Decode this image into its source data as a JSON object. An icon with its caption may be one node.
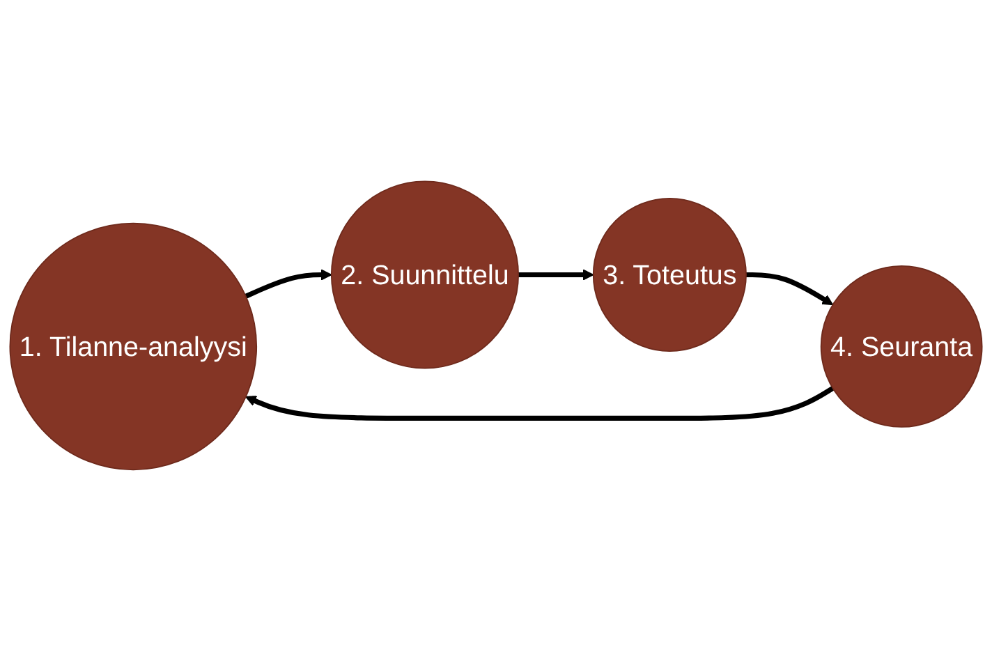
{
  "diagram": {
    "nodes": [
      {
        "text": [
          "1. Tilanne-analyysi"
        ]
      },
      {
        "text": [
          "2. Suunnittelu"
        ]
      },
      {
        "text": [
          "3. Toteutus"
        ]
      },
      {
        "text": [
          "4. Seuranta"
        ]
      }
    ],
    "edges": [
      {
        "from": 0,
        "to": 1,
        "arrow": "to"
      },
      {
        "from": 1,
        "to": 2,
        "arrow": "to"
      },
      {
        "from": 2,
        "to": 3,
        "arrow": "to"
      },
      {
        "from": 3,
        "to": 0,
        "arrow": "to"
      }
    ]
  }
}
